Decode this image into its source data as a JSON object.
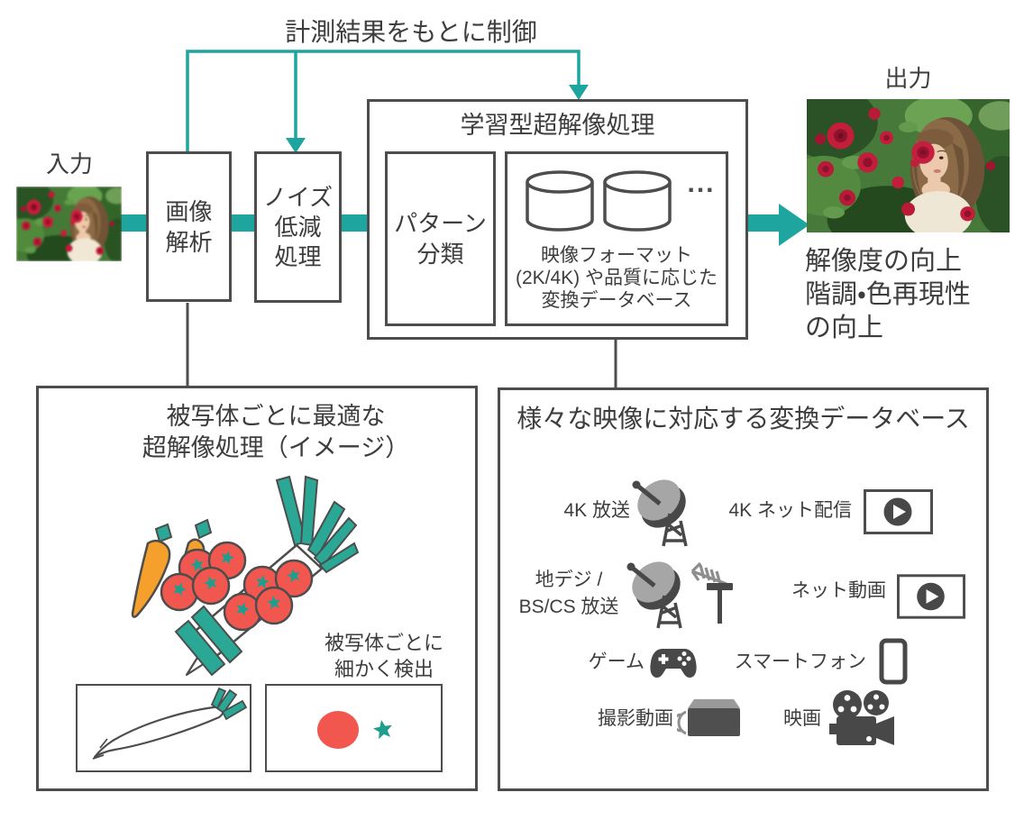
{
  "colors": {
    "teal_accent": "#1ea59f",
    "outline_gray": "#4d4d4d",
    "text_gray": "#3d3d3d",
    "tomato_red": "#f2574f",
    "carrot_orange": "#f5a02c",
    "leaf_teal": "#2aa795",
    "icon_gray": "#484848"
  },
  "control": {
    "label": "計測結果をもとに制御"
  },
  "input": {
    "label": "入力"
  },
  "output": {
    "label": "出力",
    "benefit_resolution": "解像度の向上",
    "benefit_gradation": "階調・色再現性\nの向上"
  },
  "pipeline": {
    "image_analysis": "画像\n解析",
    "noise_reduction": "ノイズ\n低減\n処理",
    "sr_title": "学習型超解像処理",
    "pattern_classification": "パターン\n分類",
    "db_ellipsis": "...",
    "db_note": "映像フォーマット\n(2K/4K) や品質に応じた\n変換データベース"
  },
  "subject_box": {
    "title": "被写体ごとに最適な\n超解像処理（イメージ）",
    "annotation": "被写体ごとに\n細かく検出"
  },
  "db_box": {
    "title": "様々な映像に対応する変換データベース",
    "items": [
      {
        "label": "4K 放送",
        "icon": "satellite-dish-icon"
      },
      {
        "label": "4K ネット配信",
        "icon": "play-video-icon"
      },
      {
        "label": "地デジ /\nBS/CS 放送",
        "icon": "satellite-dish-antenna-icon"
      },
      {
        "label": "ネット動画",
        "icon": "play-video-icon"
      },
      {
        "label": "ゲーム",
        "icon": "gamepad-icon"
      },
      {
        "label": "スマートフォン",
        "icon": "smartphone-icon"
      },
      {
        "label": "撮影動画",
        "icon": "camcorder-icon"
      },
      {
        "label": "映画",
        "icon": "movie-camera-icon"
      }
    ]
  }
}
